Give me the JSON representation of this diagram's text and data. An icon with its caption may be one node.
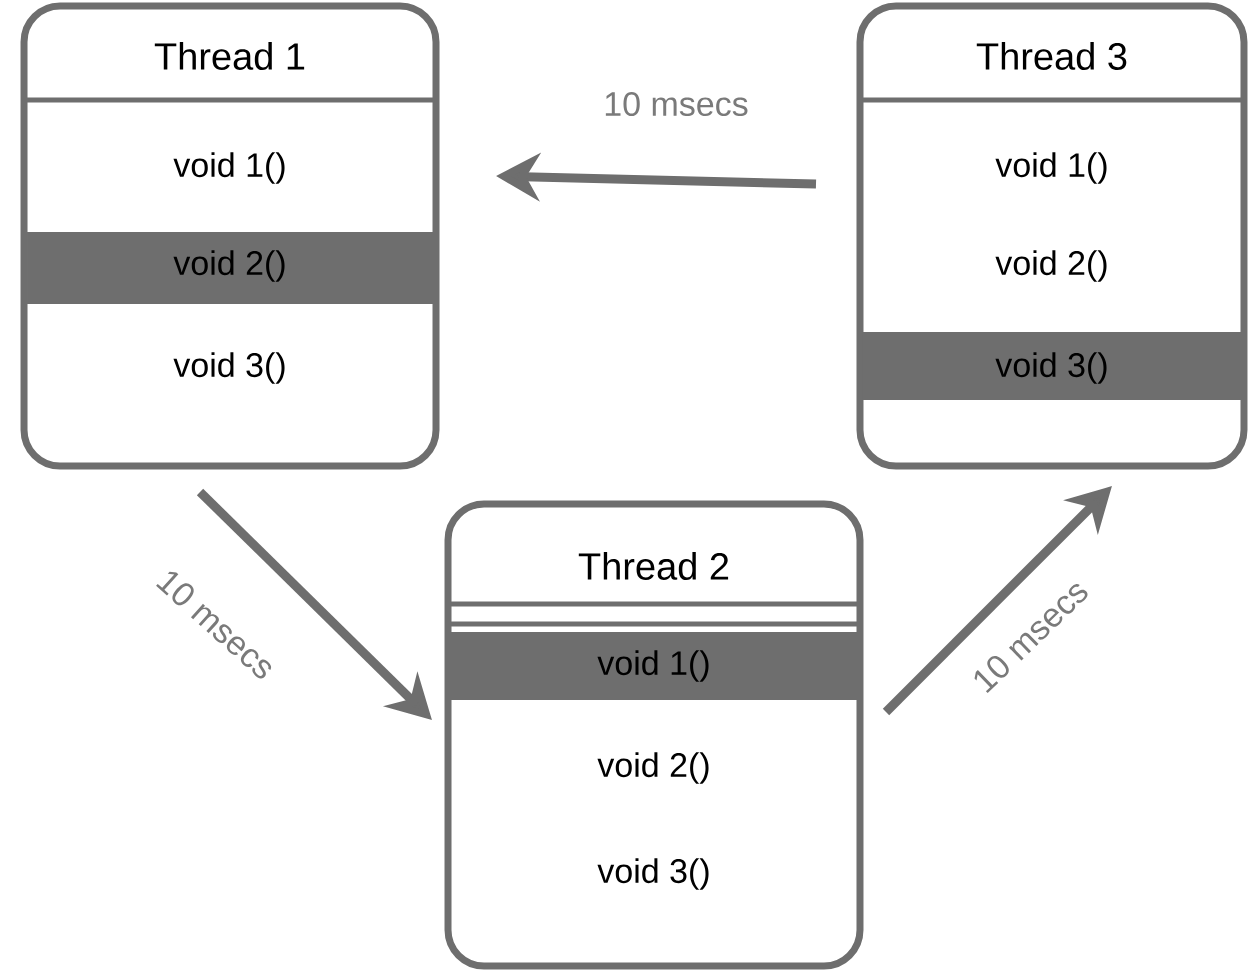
{
  "diagram": {
    "nodes": [
      {
        "text": [
          "Thread 1",
          "void 1()",
          "void 2()",
          "void 3()"
        ]
      },
      {
        "text": [
          "Thread 3",
          "void 1()",
          "void 2()",
          "void 3()"
        ]
      },
      {
        "text": [
          "Thread 2",
          "void 1()",
          "void 2()",
          "void 3()"
        ]
      }
    ],
    "edges": [
      {
        "from": 0,
        "to": 2,
        "arrow": "to",
        "label": "10 msecs"
      },
      {
        "from": 2,
        "to": 1,
        "arrow": "to",
        "label": "10 msecs"
      },
      {
        "from": 1,
        "to": 0,
        "arrow": "to",
        "label": "10 msecs"
      }
    ]
  }
}
